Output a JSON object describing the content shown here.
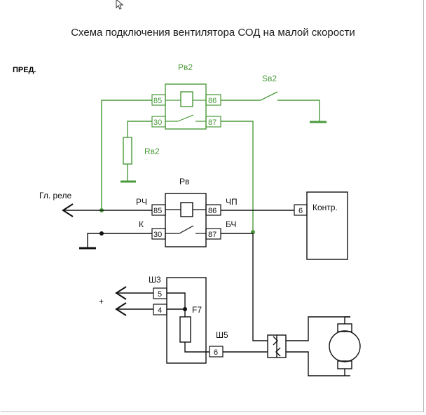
{
  "diagram": {
    "title": "Схема подключения вентилятора СОД на малой скорости",
    "note": "ПРЕД.",
    "relay_rv2": {
      "name": "Рв2",
      "pins": {
        "p85": "85",
        "p86": "86",
        "p30": "30",
        "p87": "87"
      }
    },
    "switch_sv2": {
      "name": "Sв2"
    },
    "resistor_rv2": {
      "name": "Rв2"
    },
    "main_relay_link": {
      "label": "Гл. реле"
    },
    "relay_rv": {
      "name": "Рв",
      "pins": {
        "p85": "85",
        "p86": "86",
        "p30": "30",
        "p87": "87"
      },
      "wires": {
        "w85": "РЧ",
        "w86": "ЧП",
        "w30": "К",
        "w87": "БЧ"
      }
    },
    "controller": {
      "name": "Контр.",
      "pin": "6"
    },
    "fuse_block": {
      "connector_top": "Ш3",
      "connector_bottom": "Ш5",
      "fuse": "F7",
      "pins": {
        "p5": "5",
        "p4": "4",
        "p6": "6"
      },
      "supply": "+"
    },
    "colors": {
      "wiring": "#111111",
      "modification": "#4a9a3a",
      "frame": "#bdbdbd"
    }
  }
}
